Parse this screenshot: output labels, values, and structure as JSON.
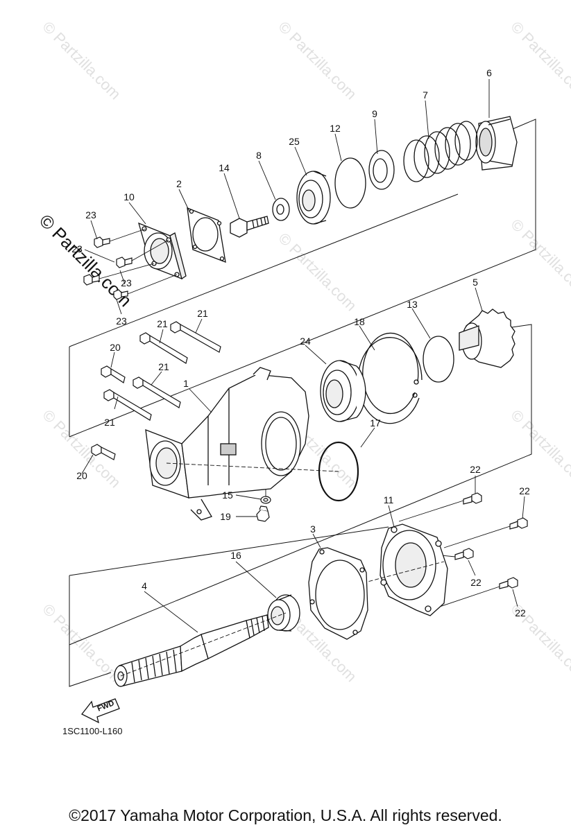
{
  "diagram": {
    "drawing_code": "1SC1100-L160",
    "direction_label": "FWD",
    "copyright": "©2017  Yamaha Motor Corporation, U.S.A. All rights reserved.",
    "watermark": "© Partzilla.com",
    "callouts": [
      {
        "id": "c6",
        "text": "6"
      },
      {
        "id": "c7",
        "text": "7"
      },
      {
        "id": "c9",
        "text": "9"
      },
      {
        "id": "c12",
        "text": "12"
      },
      {
        "id": "c25",
        "text": "25"
      },
      {
        "id": "c8",
        "text": "8"
      },
      {
        "id": "c14",
        "text": "14"
      },
      {
        "id": "c2",
        "text": "2"
      },
      {
        "id": "c10",
        "text": "10"
      },
      {
        "id": "c23a",
        "text": "23"
      },
      {
        "id": "c23b",
        "text": "23"
      },
      {
        "id": "c23c",
        "text": "23"
      },
      {
        "id": "c23d",
        "text": "23"
      },
      {
        "id": "c5",
        "text": "5"
      },
      {
        "id": "c13",
        "text": "13"
      },
      {
        "id": "c18",
        "text": "18"
      },
      {
        "id": "c24",
        "text": "24"
      },
      {
        "id": "c21a",
        "text": "21"
      },
      {
        "id": "c21b",
        "text": "21"
      },
      {
        "id": "c21c",
        "text": "21"
      },
      {
        "id": "c21d",
        "text": "21"
      },
      {
        "id": "c20a",
        "text": "20"
      },
      {
        "id": "c20b",
        "text": "20"
      },
      {
        "id": "c1",
        "text": "1"
      },
      {
        "id": "c17",
        "text": "17"
      },
      {
        "id": "c15",
        "text": "15"
      },
      {
        "id": "c19",
        "text": "19"
      },
      {
        "id": "c22a",
        "text": "22"
      },
      {
        "id": "c22b",
        "text": "22"
      },
      {
        "id": "c22c",
        "text": "22"
      },
      {
        "id": "c22d",
        "text": "22"
      },
      {
        "id": "c11",
        "text": "11"
      },
      {
        "id": "c3",
        "text": "3"
      },
      {
        "id": "c16",
        "text": "16"
      },
      {
        "id": "c4",
        "text": "4"
      }
    ]
  }
}
